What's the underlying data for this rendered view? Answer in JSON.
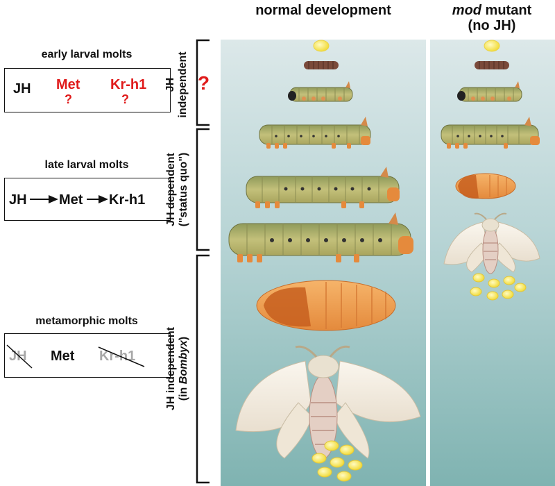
{
  "headers": {
    "normal": "normal development",
    "mutant_italic": "mod",
    "mutant_rest": " mutant",
    "mutant_sub": "(no JH)"
  },
  "early": {
    "title": "early larval molts",
    "jh": "JH",
    "met": "Met",
    "krh1": "Kr-h1",
    "q": "?"
  },
  "late": {
    "title": "late larval molts",
    "jh": "JH",
    "met": "Met",
    "krh1": "Kr-h1"
  },
  "meta": {
    "title": "metamorphic molts",
    "jh": "JH",
    "met": "Met",
    "krh1": "Kr-h1"
  },
  "stage_labels": {
    "jh_independent_1": "JH",
    "jh_independent_2": "independent",
    "big_q": "?",
    "jh_dependent_1": "JH dependent",
    "jh_dependent_2": "(\"status quo\")",
    "jh_independent_bombyx_1": "JH independent",
    "jh_independent_bombyx_2a": "(in ",
    "jh_independent_bombyx_2b": "Bombyx",
    "jh_independent_bombyx_2c": ")"
  },
  "colors": {
    "gene_active": "#111111",
    "gene_question": "#e01b1b",
    "gene_inactive": "#a8a8a8",
    "larva": "#b9b868",
    "pupa": "#f0a55a",
    "moth": "#f3ece0",
    "egg": "#fff07a"
  }
}
